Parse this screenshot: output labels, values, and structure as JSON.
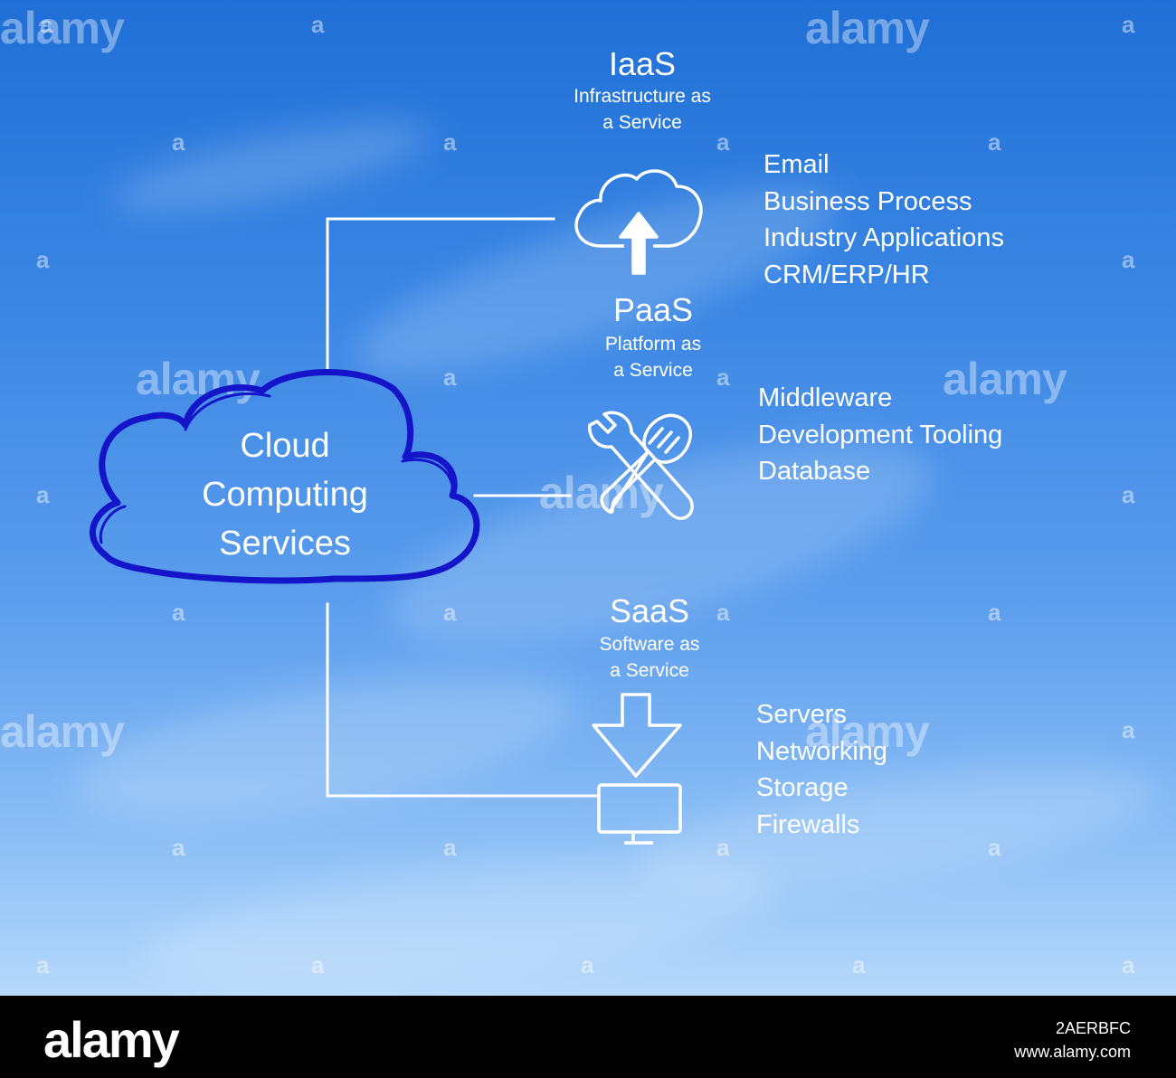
{
  "diagram": {
    "center_label": [
      "Cloud",
      "Computing",
      "Services"
    ],
    "services": [
      {
        "acronym": "IaaS",
        "name_lines": [
          "Infrastructure as",
          "a Service"
        ],
        "icon": "cloud-upload-icon",
        "items": [
          "Email",
          "Business Process",
          "Industry Applications",
          "CRM/ERP/HR"
        ]
      },
      {
        "acronym": "PaaS",
        "name_lines": [
          "Platform as",
          "a Service"
        ],
        "icon": "wrench-fork-icon",
        "items": [
          "Middleware",
          "Development Tooling",
          "Database"
        ]
      },
      {
        "acronym": "SaaS",
        "name_lines": [
          "Software as",
          "a Service"
        ],
        "icon": "download-monitor-icon",
        "items": [
          "Servers",
          "Networking",
          "Storage",
          "Firewalls"
        ]
      }
    ]
  },
  "watermark": {
    "brand": "alamy",
    "mark": "a"
  },
  "footer": {
    "brand": "alamy",
    "image_code": "2AERBFC",
    "url": "www.alamy.com"
  },
  "colors": {
    "sky_top": "#1f6fd6",
    "sky_bottom": "#b6d8fb",
    "cloud_outline": "#1414c8",
    "lines": "#ffffff",
    "footer": "#000000"
  }
}
